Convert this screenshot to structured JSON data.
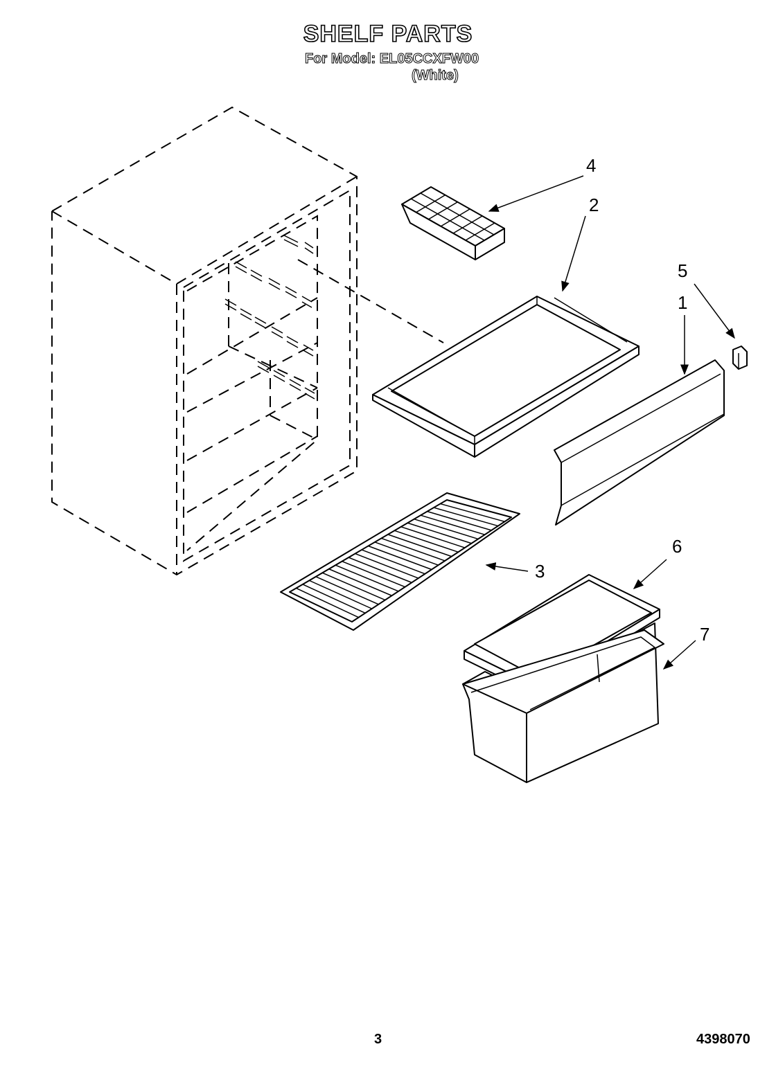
{
  "header": {
    "title": "SHELF PARTS",
    "model_line": "For Model: EL05CCXFW00",
    "color_line": "(White)"
  },
  "callouts": [
    "1",
    "2",
    "3",
    "4",
    "5",
    "6",
    "7"
  ],
  "footer": {
    "page_number": "3",
    "document_number": "4398070"
  }
}
